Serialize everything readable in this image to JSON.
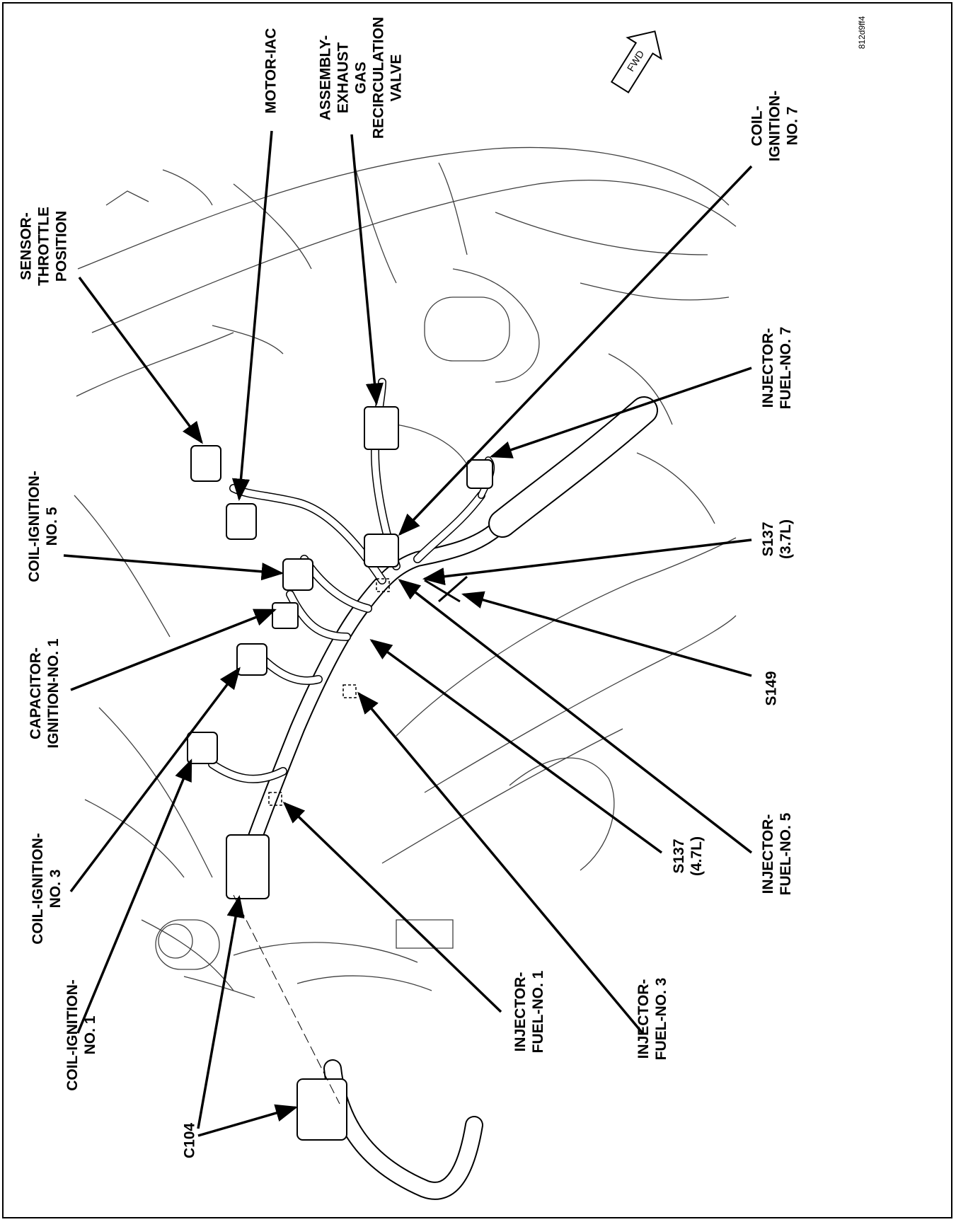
{
  "figure_id": "812d9ff4",
  "fwd_label": "FWD",
  "labels": {
    "sensor_throttle": "SENSOR-\nTHROTTLE\nPOSITION",
    "motor_iac": "MOTOR-IAC",
    "egr_valve": "ASSEMBLY-\nEXHAUST\nGAS\nRECIRCULATION\nVALVE",
    "coil_7": "COIL-\nIGNITION-\nNO. 7",
    "injector_7": "INJECTOR-\nFUEL-NO. 7",
    "s137_37": "S137\n(3.7L)",
    "s149": "S149",
    "injector_5": "INJECTOR-\nFUEL-NO. 5",
    "s137_47": "S137\n(4.7L)",
    "injector_3": "INJECTOR-\nFUEL-NO. 3",
    "injector_1": "INJECTOR-\nFUEL-NO. 1",
    "coil_5": "COIL-IGNITION-\nNO. 5",
    "capacitor_1": "CAPACITOR-\nIGNITION-NO. 1",
    "coil_3": "COIL-IGNITION-\nNO. 3",
    "coil_1": "COIL-IGNITION-\nNO. 1",
    "c104": "C104"
  }
}
